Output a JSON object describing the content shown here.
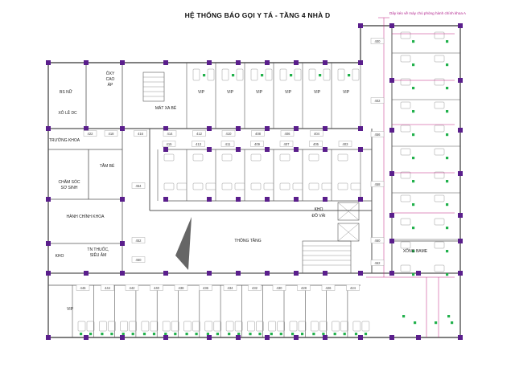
{
  "title": "HỆ THỐNG BÁO GỌI Y TÁ - TẦNG 4 NHÀ D",
  "cable_note": "Dây kéo về máy chủ phòng hành chính khoa A",
  "colors": {
    "wall": "#555555",
    "column": "#5a1e8c",
    "wiring": "#c02080",
    "call_button": "#22b14c",
    "bed": "#9a9a9a"
  },
  "areas": {
    "bs_nu": "BS NỮ",
    "oxy": "ÔXY",
    "cao": "CAO",
    "ap": "ÁP",
    "xo_le_dc": "XÔ LỄ DC",
    "truong_khoa": "TRƯỞNG KHOA",
    "tam_be": "TẮM BÉ",
    "cham_soc": "CHĂM SÓC",
    "so_sinh": "SƠ SINH",
    "hanh_chinh_khoa": "HÀNH CHÍNH KHOA",
    "kho": "KHO",
    "tn_thuoc": "TN THUỐC,",
    "sieu_am": "SIÊU ÂM",
    "mat_xa_be": "MÁT XA BÉ",
    "thong_tang": "THÔNG TẦNG",
    "kho_do_vai_1": "KHO",
    "kho_do_vai_2": "ĐỒ VẢI",
    "xong_bame": "XÔNG BAME",
    "vip": "VIP"
  },
  "room_numbers": {
    "top_row_upper": [
      "418",
      "416",
      "414",
      "412",
      "410",
      "408",
      "406",
      "404"
    ],
    "top_row_lower": [
      "415",
      "413",
      "411",
      "409",
      "407",
      "405",
      "403"
    ],
    "left_stack": [
      "422",
      "454",
      "452",
      "450"
    ],
    "bottom_row": [
      "446",
      "444",
      "442",
      "440",
      "438",
      "436",
      "434",
      "432",
      "430",
      "428",
      "426",
      "424"
    ],
    "right_column": [
      "400",
      "402",
      "456",
      "458",
      "460",
      "462"
    ]
  }
}
